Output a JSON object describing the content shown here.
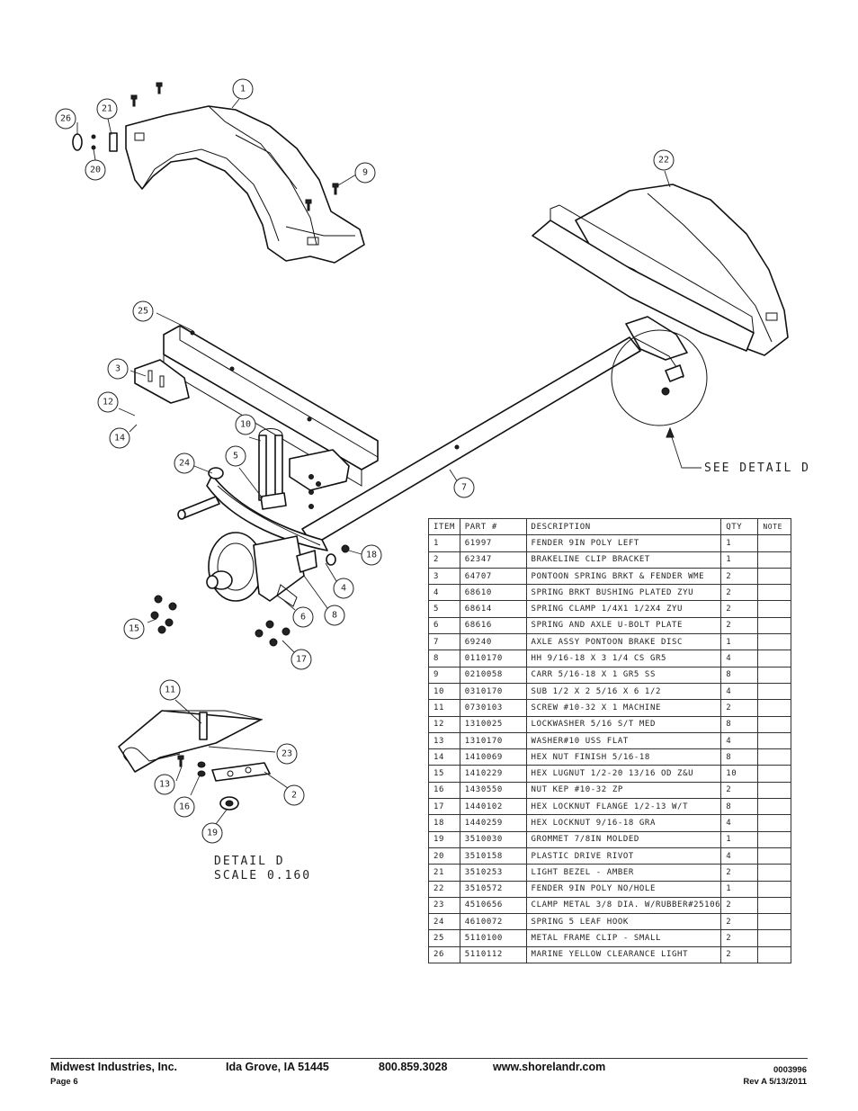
{
  "balloons": [
    {
      "num": "1"
    },
    {
      "num": "21"
    },
    {
      "num": "26"
    },
    {
      "num": "20"
    },
    {
      "num": "9"
    },
    {
      "num": "22"
    },
    {
      "num": "25"
    },
    {
      "num": "3"
    },
    {
      "num": "12"
    },
    {
      "num": "14"
    },
    {
      "num": "10"
    },
    {
      "num": "24"
    },
    {
      "num": "5"
    },
    {
      "num": "7"
    },
    {
      "num": "18"
    },
    {
      "num": "4"
    },
    {
      "num": "8"
    },
    {
      "num": "6"
    },
    {
      "num": "15"
    },
    {
      "num": "17"
    },
    {
      "num": "11"
    },
    {
      "num": "23"
    },
    {
      "num": "13"
    },
    {
      "num": "16"
    },
    {
      "num": "2"
    },
    {
      "num": "19"
    }
  ],
  "callouts": {
    "see_detail": "SEE DETAIL  D",
    "detail_title": "DETAIL  D",
    "detail_scale": "SCALE  0.160"
  },
  "table": {
    "headers": [
      "ITEM",
      "PART #",
      "DESCRIPTION",
      "QTY",
      "NOTE"
    ],
    "rows": [
      [
        "1",
        "61997",
        "FENDER  9IN POLY LEFT",
        "1",
        ""
      ],
      [
        "2",
        "62347",
        "BRAKELINE CLIP BRACKET",
        "1",
        ""
      ],
      [
        "3",
        "64707",
        "PONTOON SPRING BRKT & FENDER WME",
        "2",
        ""
      ],
      [
        "4",
        "68610",
        "SPRING BRKT BUSHING PLATED ZYU",
        "2",
        ""
      ],
      [
        "5",
        "68614",
        "SPRING CLAMP   1/4X1 1/2X4  ZYU",
        "2",
        ""
      ],
      [
        "6",
        "68616",
        "SPRING AND AXLE U-BOLT PLATE",
        "2",
        ""
      ],
      [
        "7",
        "69240",
        "AXLE ASSY  PONTOON BRAKE DISC",
        "1",
        ""
      ],
      [
        "8",
        "0110170",
        "HH 9/16-18 X 3 1/4 CS GR5",
        "4",
        ""
      ],
      [
        "9",
        "0210058",
        "CARR 5/16-18 X 1 GR5 SS",
        "8",
        ""
      ],
      [
        "10",
        "0310170",
        "SUB 1/2 X 2 5/16 X 6 1/2",
        "4",
        ""
      ],
      [
        "11",
        "0730103",
        "SCREW #10-32 X 1 MACHINE",
        "2",
        ""
      ],
      [
        "12",
        "1310025",
        "LOCKWASHER 5/16 S/T MED",
        "8",
        ""
      ],
      [
        "13",
        "1310170",
        "WASHER#10 USS FLAT",
        "4",
        ""
      ],
      [
        "14",
        "1410069",
        "HEX NUT FINISH 5/16-18",
        "8",
        ""
      ],
      [
        "15",
        "1410229",
        "HEX LUGNUT 1/2-20 13/16 OD Z&U",
        "10",
        ""
      ],
      [
        "16",
        "1430550",
        "NUT KEP #10-32 ZP",
        "2",
        ""
      ],
      [
        "17",
        "1440102",
        "HEX LOCKNUT FLANGE 1/2-13 W/T",
        "8",
        ""
      ],
      [
        "18",
        "1440259",
        "HEX LOCKNUT 9/16-18 GRA",
        "4",
        ""
      ],
      [
        "19",
        "3510030",
        "GROMMET  7/8IN MOLDED",
        "1",
        ""
      ],
      [
        "20",
        "3510158",
        "PLASTIC DRIVE RIVOT",
        "4",
        ""
      ],
      [
        "21",
        "3510253",
        "LIGHT BEZEL - AMBER",
        "2",
        ""
      ],
      [
        "22",
        "3510572",
        "FENDER 9IN POLY NO/HOLE",
        "1",
        ""
      ],
      [
        "23",
        "4510656",
        "CLAMP METAL 3/8 DIA. W/RUBBER#25106",
        "2",
        ""
      ],
      [
        "24",
        "4610072",
        "SPRING  5 LEAF HOOK",
        "2",
        ""
      ],
      [
        "25",
        "5110100",
        "METAL FRAME CLIP - SMALL",
        "2",
        ""
      ],
      [
        "26",
        "5110112",
        "MARINE YELLOW CLEARANCE LIGHT",
        "2",
        ""
      ]
    ]
  },
  "footer": {
    "company": "Midwest Industries, Inc.",
    "location": "Ida Grove, IA  51445",
    "phone": "800.859.3028",
    "website": "www.shorelandr.com",
    "page": "Page 6",
    "doc_number": "0003996",
    "revision": "Rev A  5/13/2011"
  }
}
